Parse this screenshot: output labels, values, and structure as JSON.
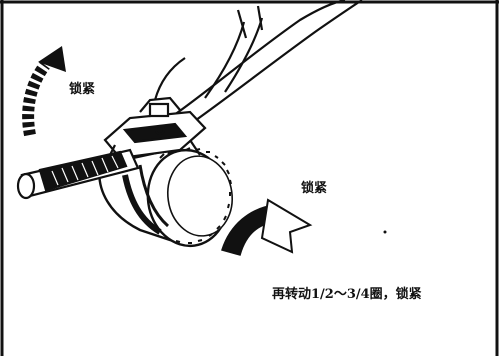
{
  "labels": {
    "lock_upper": "锁紧",
    "lock_right": "锁紧",
    "instruction": "再转动1/2～3/4圈，锁紧"
  },
  "colors": {
    "ink": "#111111",
    "paper": "#ffffff"
  },
  "icons": [
    "dashed-curved-arrow-icon",
    "curved-rotation-arrow-icon"
  ]
}
